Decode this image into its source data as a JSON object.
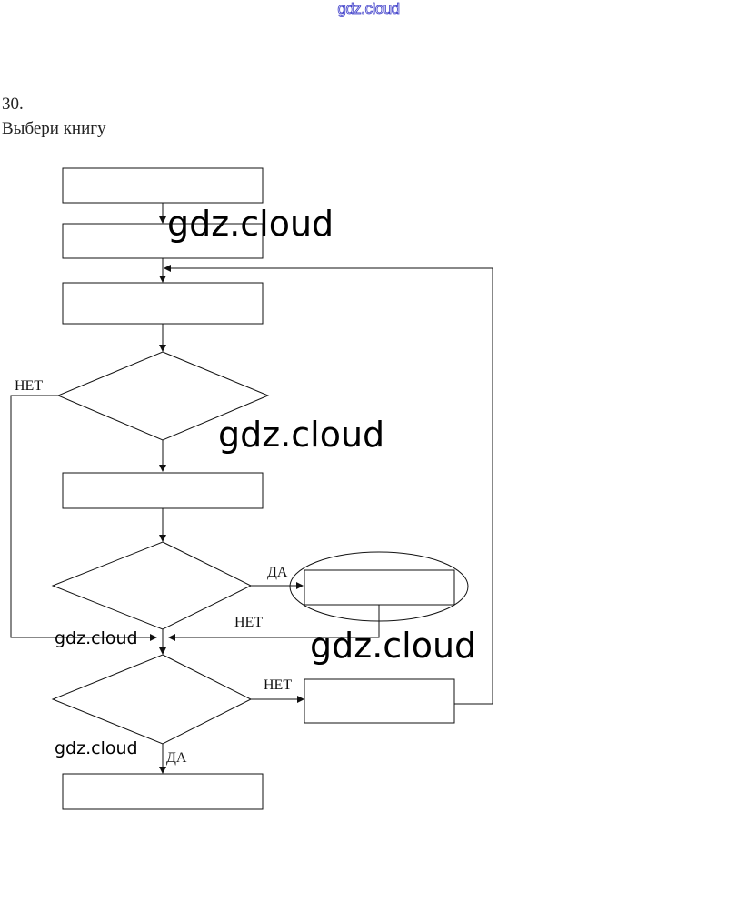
{
  "header": {
    "watermark": "gdz.cloud"
  },
  "task": {
    "number": "30.",
    "title": "Выбери книгу"
  },
  "flowchart": {
    "labels": {
      "no_1": "НЕТ",
      "yes_1": "ДА",
      "no_2": "НЕТ",
      "no_3": "НЕТ",
      "yes_2": "ДА"
    }
  },
  "watermarks": {
    "large_1": "gdz.cloud",
    "large_2": "gdz.cloud",
    "large_3": "gdz.cloud",
    "small_1": "gdz.cloud",
    "small_2": "gdz.cloud"
  }
}
